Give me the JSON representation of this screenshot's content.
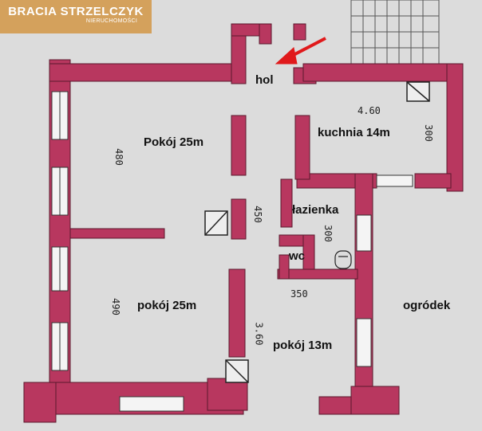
{
  "brand": {
    "name": "BRACIA STRZELCZYK",
    "sub": "NIERUCHOMOŚCI",
    "color": "#d4a15c"
  },
  "colors": {
    "wall": "#b8375f",
    "background": "#dcdcdc",
    "arrow": "#e0191b"
  },
  "rooms": {
    "hol": "hol",
    "kuchnia": "kuchnia 14m",
    "pokoj_top": "Pokój 25m",
    "lazienka": "łazienka",
    "wc": "wc",
    "pokoj_bottom": "pokój 25m",
    "pokoj_small": "pokój 13m",
    "ogrodek": "ogródek"
  },
  "dimensions": {
    "kitchen_width": "4.60",
    "kitchen_depth": "300",
    "top_room_height": "480",
    "hall_width": "450",
    "bathroom_depth": "300",
    "small_room_width": "350",
    "small_room_depth": "3.60",
    "bottom_room_height": "490"
  },
  "icons": [
    "pointer-arrow-icon"
  ]
}
